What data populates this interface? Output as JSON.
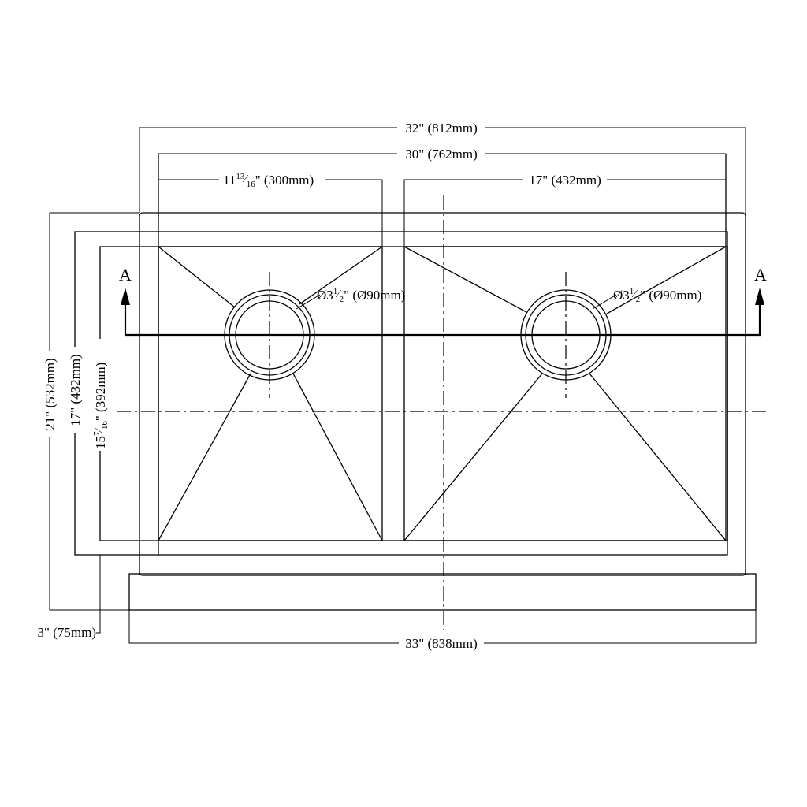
{
  "dimensions": {
    "overall_width": "32\"  (812mm)",
    "inner_width": "30\"  (762mm)",
    "left_bowl_width_whole": "11",
    "left_bowl_width_num": "13",
    "left_bowl_width_den": "16",
    "left_bowl_width_mm": "\"  (300mm)",
    "right_bowl_width": "17\"  (432mm)",
    "apron_width": "33\"  (838mm)",
    "overall_depth": "21\"  (532mm)",
    "inner_depth": "17\"  (432mm)",
    "bowl_depth_whole": "15",
    "bowl_depth_num": "7",
    "bowl_depth_den": "16",
    "bowl_depth_mm": "\"  (392mm)",
    "apron_height": "3\"  (75mm)"
  },
  "drains": {
    "left_prefix": "Ø3",
    "left_num": "1",
    "left_den": "2",
    "left_suffix": "\"  (Ø90mm)",
    "right_prefix": "Ø3",
    "right_num": "1",
    "right_den": "2",
    "right_suffix": "\"  (Ø90mm)"
  },
  "section_marks": {
    "left": "A",
    "right": "A"
  }
}
